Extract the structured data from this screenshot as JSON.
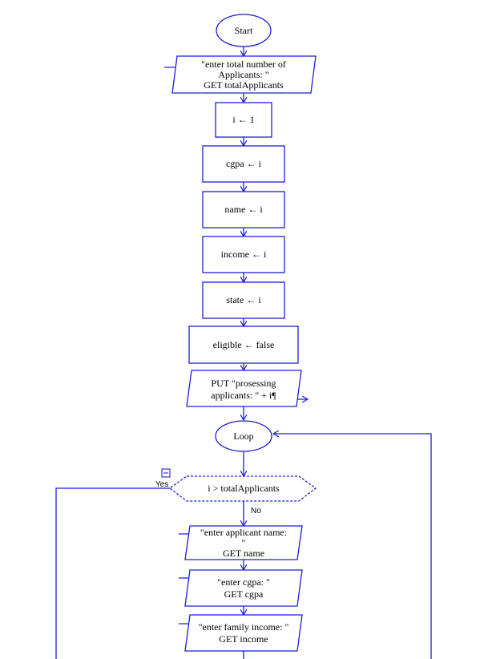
{
  "diagram": {
    "start": "Start",
    "input_total": [
      "\"enter total number of",
      "Applicants: \"",
      "GET totalApplicants"
    ],
    "assign_i": "i ← 1",
    "assign_cgpa": "cgpa ← i",
    "assign_name": "name ← i",
    "assign_income": "income ← i",
    "assign_state": "state ← i",
    "assign_eligible": "eligible ← false",
    "output_processing": [
      "PUT \"prosessing",
      "applicants: \" + i¶"
    ],
    "loop": "Loop",
    "decision": "i > totalApplicants",
    "yes_label": "Yes",
    "no_label": "No",
    "input_name": [
      "\"enter applicant name:",
      "\"",
      "GET name"
    ],
    "input_cgpa": [
      "\"enter cgpa: \"",
      "GET cgpa"
    ],
    "input_income": [
      "\"enter family income: \"",
      "GET income"
    ]
  },
  "colors": {
    "stroke": "#1f1fd6",
    "text": "#000000",
    "background": "#ffffff"
  }
}
